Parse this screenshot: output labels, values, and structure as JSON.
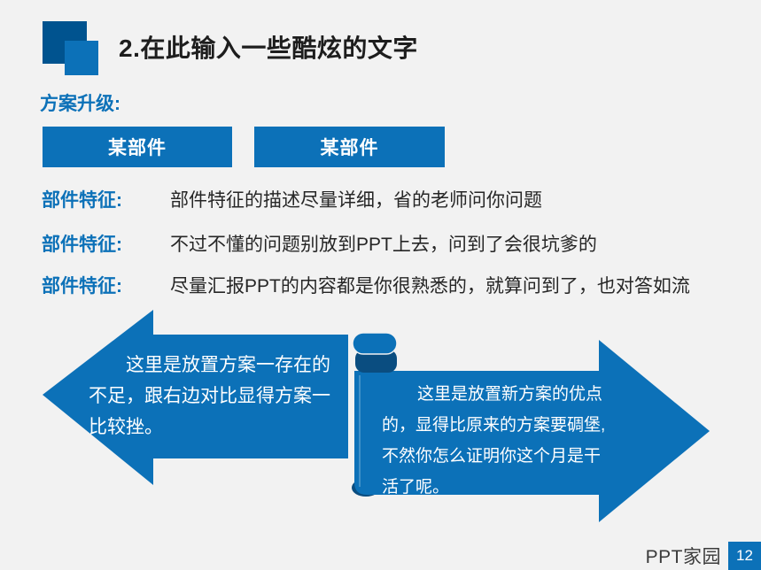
{
  "slide": {
    "title": "2.在此输入一些酷炫的文字",
    "section_label": "方案升级:",
    "part_buttons": [
      "某部件",
      "某部件"
    ],
    "features": [
      {
        "label": "部件特征:",
        "text": "部件特征的描述尽量详细，省的老师问你问题"
      },
      {
        "label": "部件特征:",
        "text": "不过不懂的问题别放到PPT上去，问到了会很坑爹的"
      },
      {
        "label": "部件特征:",
        "text": "尽量汇报PPT的内容都是你很熟悉的，就算问到了，也对答如流"
      }
    ],
    "old_plan_arrow": {
      "lines": [
        "这里是放置方案一存在的",
        "不足，跟右边对比显得方案一",
        "比较挫。"
      ]
    },
    "new_plan_scroll": {
      "lines": [
        "这里是放置新方案的优点",
        "的，显得比原来的方案要碉堡,",
        "不然你怎么证明你这个月是干",
        "活了呢。"
      ]
    },
    "footer": {
      "brand": "PPT家园",
      "page_number": "12"
    },
    "colors": {
      "accent": "#0c71b8",
      "accent_dark": "#00538f",
      "scroll_shadow": "#0a4d80",
      "background": "#f2f2f2",
      "title_text": "#1d1d1d",
      "body_text": "#262626"
    }
  }
}
